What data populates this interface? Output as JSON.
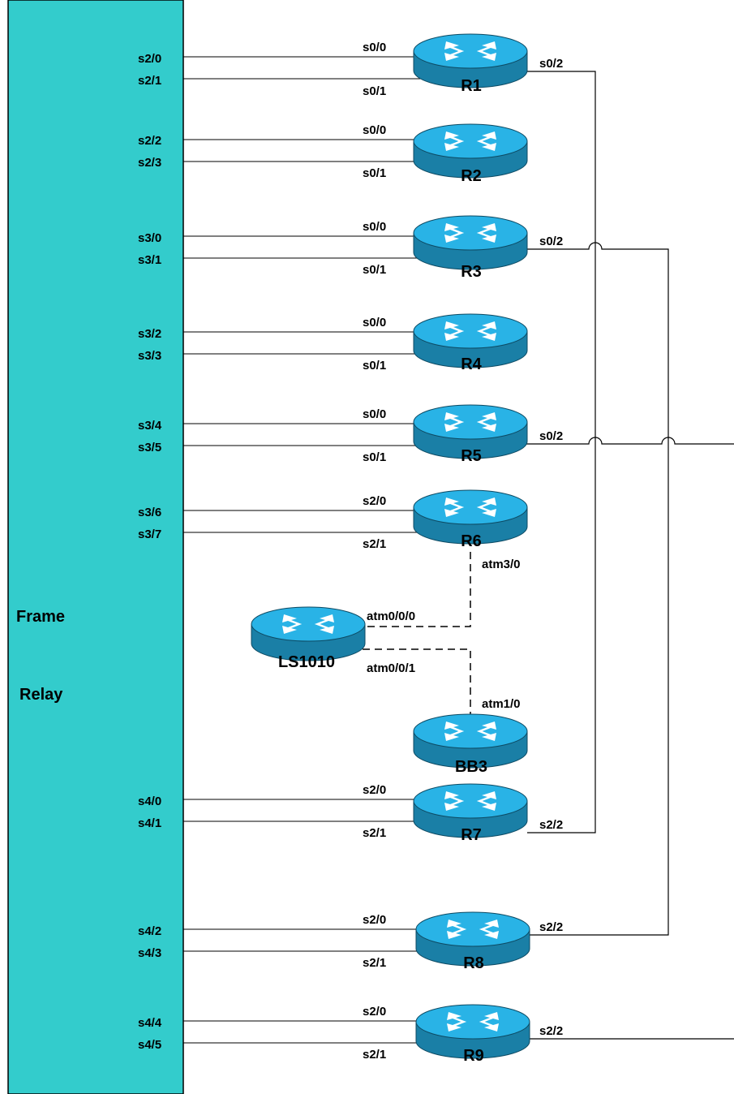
{
  "frame_relay": {
    "line1": "Frame",
    "line2": "Relay"
  },
  "routers": [
    {
      "name": "R1",
      "left_port": "s0/0",
      "lower_port": "s0/1",
      "switch_port_a": "s2/0",
      "switch_port_b": "s2/1",
      "right_port": "s0/2"
    },
    {
      "name": "R2",
      "left_port": "s0/0",
      "lower_port": "s0/1",
      "switch_port_a": "s2/2",
      "switch_port_b": "s2/3"
    },
    {
      "name": "R3",
      "left_port": "s0/0",
      "lower_port": "s0/1",
      "switch_port_a": "s3/0",
      "switch_port_b": "s3/1",
      "right_port": "s0/2"
    },
    {
      "name": "R4",
      "left_port": "s0/0",
      "lower_port": "s0/1",
      "switch_port_a": "s3/2",
      "switch_port_b": "s3/3"
    },
    {
      "name": "R5",
      "left_port": "s0/0",
      "lower_port": "s0/1",
      "switch_port_a": "s3/4",
      "switch_port_b": "s3/5",
      "right_port": "s0/2"
    },
    {
      "name": "R6",
      "left_port": "s2/0",
      "lower_port": "s2/1",
      "switch_port_a": "s3/6",
      "switch_port_b": "s3/7",
      "atm_port": "atm3/0"
    },
    {
      "name": "R7",
      "left_port": "s2/0",
      "lower_port": "s2/1",
      "switch_port_a": "s4/0",
      "switch_port_b": "s4/1",
      "right_port": "s2/2"
    },
    {
      "name": "R8",
      "left_port": "s2/0",
      "lower_port": "s2/1",
      "switch_port_a": "s4/2",
      "switch_port_b": "s4/3",
      "right_port": "s2/2"
    },
    {
      "name": "R9",
      "left_port": "s2/0",
      "lower_port": "s2/1",
      "switch_port_a": "s4/4",
      "switch_port_b": "s4/5",
      "right_port": "s2/2"
    }
  ],
  "atm_switch": {
    "name": "LS1010",
    "port_a": "atm0/0/0",
    "port_b": "atm0/0/1"
  },
  "bb3": {
    "name": "BB3",
    "atm_port": "atm1/0"
  },
  "colors": {
    "frame_relay_fill": "#33cccc",
    "router_body": "#1a7fa6",
    "router_top": "#29b3e6",
    "link": "#000000"
  }
}
